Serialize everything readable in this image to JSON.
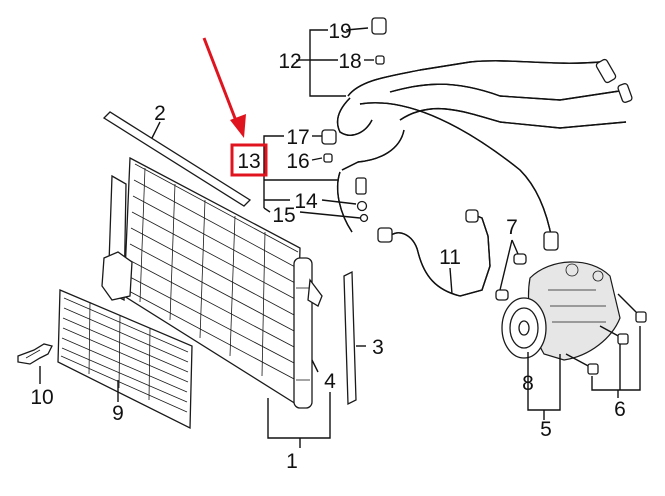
{
  "callouts": [
    {
      "id": "1",
      "text": "1"
    },
    {
      "id": "2",
      "text": "2"
    },
    {
      "id": "3",
      "text": "3"
    },
    {
      "id": "4",
      "text": "4"
    },
    {
      "id": "5",
      "text": "5"
    },
    {
      "id": "6",
      "text": "6"
    },
    {
      "id": "7",
      "text": "7"
    },
    {
      "id": "8",
      "text": "8"
    },
    {
      "id": "9",
      "text": "9"
    },
    {
      "id": "10",
      "text": "10"
    },
    {
      "id": "11",
      "text": "11"
    },
    {
      "id": "12",
      "text": "12"
    },
    {
      "id": "13",
      "text": "13"
    },
    {
      "id": "14",
      "text": "14"
    },
    {
      "id": "15",
      "text": "15"
    },
    {
      "id": "16",
      "text": "16"
    },
    {
      "id": "17",
      "text": "17"
    },
    {
      "id": "18",
      "text": "18"
    },
    {
      "id": "19",
      "text": "19"
    }
  ],
  "highlight": {
    "callout": "13",
    "color": "#e0141e"
  },
  "arrow_color": "#e0141e",
  "line_color": "#111111"
}
